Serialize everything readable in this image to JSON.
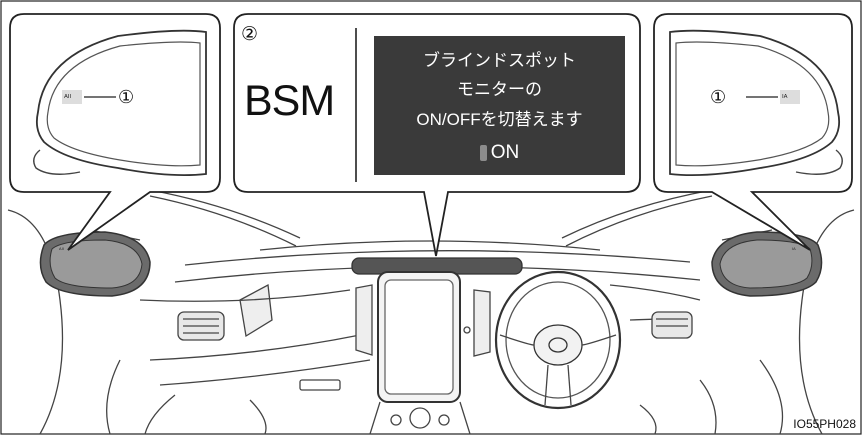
{
  "illustration": {
    "panel_number": "②",
    "bsm_label": "BSM",
    "screen": {
      "line1": "ブラインドスポット",
      "line2": "モニターの",
      "line3": "ON/OFFを切替えます",
      "state": "ON"
    },
    "callouts": {
      "left_number": "①",
      "right_number": "①"
    },
    "reference_code": "IO55PH028"
  }
}
